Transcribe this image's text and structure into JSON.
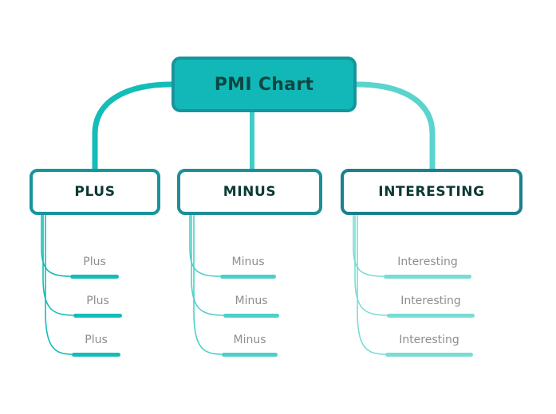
{
  "diagram": {
    "title": "PMI Chart",
    "type": "mind-map",
    "background": "#ffffff",
    "root": {
      "label": "PMI Chart",
      "fill": "#12b8b8",
      "border": "#17959c",
      "text_color": "#0b4742"
    },
    "branches": [
      {
        "id": "plus",
        "label": "PLUS",
        "border": "#17959c",
        "edge_color": "#13bdb8",
        "leaf_color": "#13bdb8",
        "leaves": [
          {
            "label": "Plus"
          },
          {
            "label": "Plus"
          },
          {
            "label": "Plus"
          }
        ]
      },
      {
        "id": "minus",
        "label": "MINUS",
        "border": "#1c8f96",
        "edge_color": "#3fcdc6",
        "leaf_color": "#4cd0c8",
        "leaves": [
          {
            "label": "Minus"
          },
          {
            "label": "Minus"
          },
          {
            "label": "Minus"
          }
        ]
      },
      {
        "id": "interesting",
        "label": "INTERESTING",
        "border": "#19818c",
        "edge_color": "#5bd4cd",
        "leaf_color": "#79ddd5",
        "leaves": [
          {
            "label": "Interesting"
          },
          {
            "label": "Interesting"
          },
          {
            "label": "Interesting"
          }
        ]
      }
    ],
    "leaf_text_color": "#8e8e92"
  }
}
